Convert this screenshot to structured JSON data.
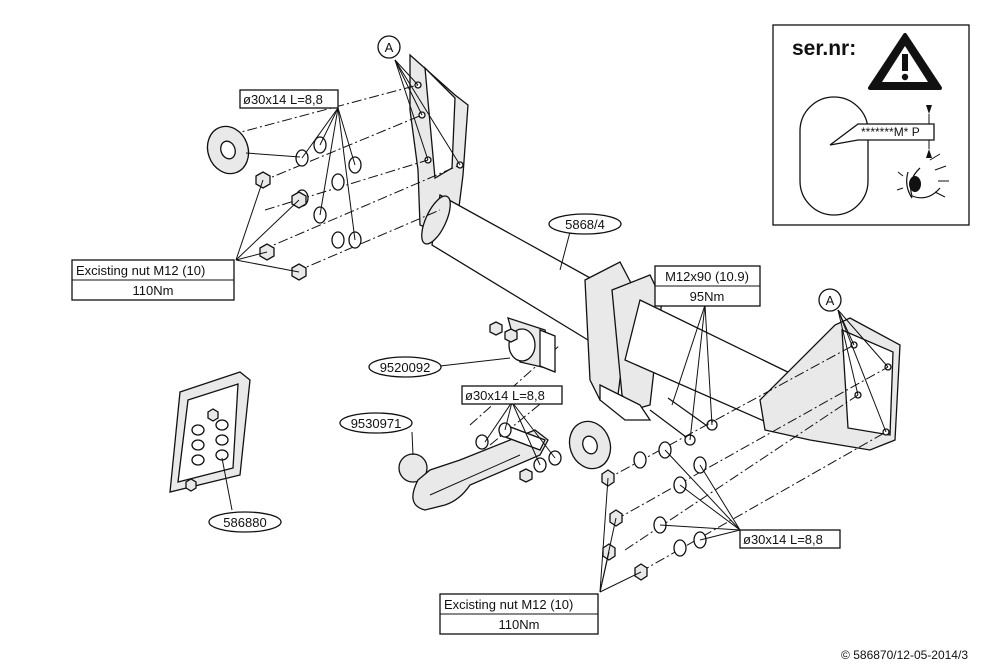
{
  "labels": {
    "point_a_top": "A",
    "point_a_right": "A",
    "washer_spec_top": "ø30x14 L=8,8",
    "washer_spec_mid": "ø30x14 L=8,8",
    "washer_spec_right": "ø30x14 L=8,8",
    "nut_spec_left_title": "Excisting nut M12 (10)",
    "nut_spec_left_torque": "110Nm",
    "nut_spec_bottom_title": "Excisting nut M12 (10)",
    "nut_spec_bottom_torque": "110Nm",
    "bolt_spec_title": "M12x90 (10.9)",
    "bolt_spec_torque": "95Nm",
    "part_crossbar": "5868/4",
    "part_socket_plate": "9520092",
    "part_towball": "9530971",
    "part_kit": "586880"
  },
  "serial_box": {
    "title": "ser.nr:",
    "plate_text": "*******M* P",
    "warning_icon": "warning-triangle-icon",
    "eye_icon": "eye-icon"
  },
  "footer": {
    "copyright": "© 586870/12-05-2014/3"
  }
}
